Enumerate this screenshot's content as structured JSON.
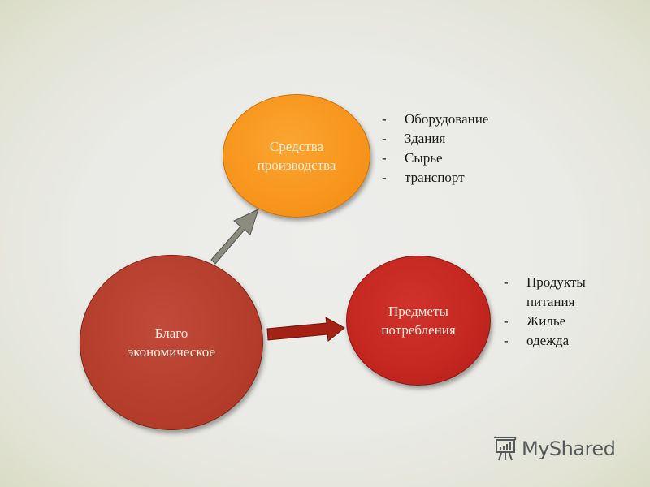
{
  "diagram": {
    "nodes": {
      "economic_good": {
        "label_line1": "Благо",
        "label_line2": "экономическое",
        "color": "#b53d2c"
      },
      "means_of_production": {
        "label_line1": "Средства",
        "label_line2": "производства",
        "color": "#f7951c"
      },
      "consumer_goods": {
        "label_line1": "Предметы",
        "label_line2": "потребления",
        "color": "#c42620"
      }
    },
    "arrows": [
      {
        "from": "economic_good",
        "to": "means_of_production",
        "color": "#8c8b80"
      },
      {
        "from": "economic_good",
        "to": "consumer_goods",
        "color": "#a52015"
      }
    ],
    "means_list": {
      "bullet": "-",
      "items": [
        "Оборудование",
        "Здания",
        "Сырье",
        "транспорт"
      ]
    },
    "consumer_list": {
      "bullet": "-",
      "items": [
        "Продукты",
        "питания",
        "Жилье",
        "одежда"
      ]
    }
  },
  "watermark": {
    "text": "MyShared",
    "icon": "presentation-board-icon"
  }
}
